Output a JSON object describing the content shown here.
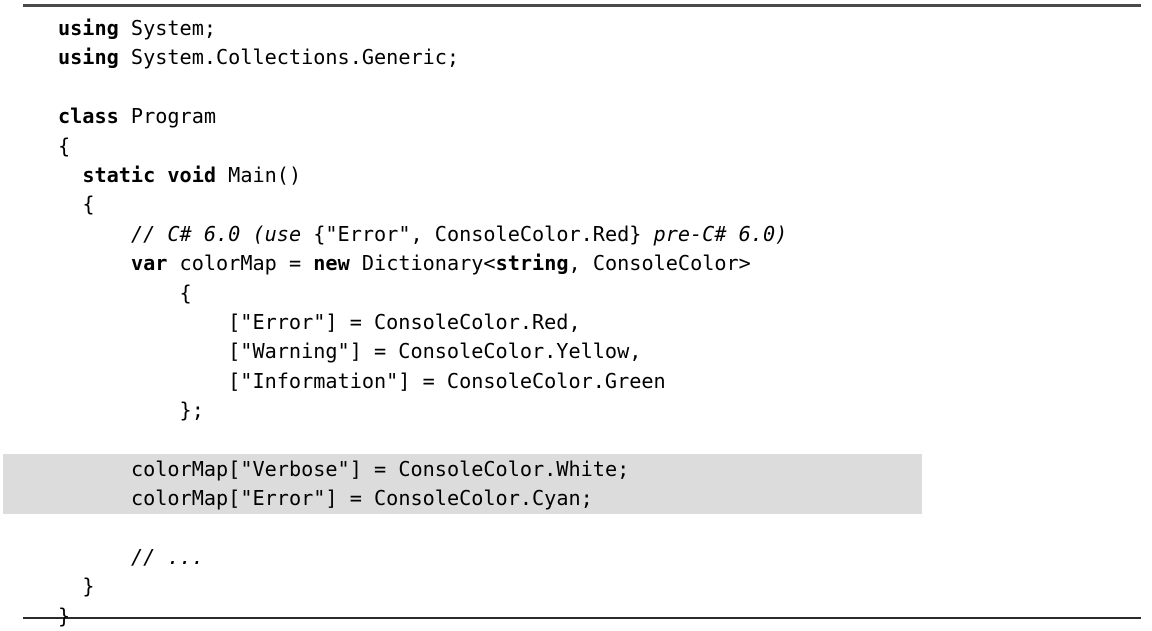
{
  "listing": {
    "language": "csharp",
    "rule_color": "#444444",
    "highlight_color": "#dcdcdc",
    "text_color": "#000000",
    "lines": [
      {
        "id": 1,
        "indent": "",
        "highlight": false,
        "segments": [
          {
            "text": "using",
            "style": "keyword"
          },
          {
            "text": " System;",
            "style": "plain"
          }
        ]
      },
      {
        "id": 2,
        "indent": "",
        "highlight": false,
        "segments": [
          {
            "text": "using",
            "style": "keyword"
          },
          {
            "text": " System.Collections.Generic;",
            "style": "plain"
          }
        ]
      },
      {
        "id": 3,
        "indent": "",
        "highlight": false,
        "segments": [
          {
            "text": "",
            "style": "plain"
          }
        ]
      },
      {
        "id": 4,
        "indent": "",
        "highlight": false,
        "segments": [
          {
            "text": "class",
            "style": "keyword"
          },
          {
            "text": " Program",
            "style": "plain"
          }
        ]
      },
      {
        "id": 5,
        "indent": "",
        "highlight": false,
        "segments": [
          {
            "text": "{",
            "style": "plain"
          }
        ]
      },
      {
        "id": 6,
        "indent": "  ",
        "highlight": false,
        "segments": [
          {
            "text": "static void",
            "style": "keyword"
          },
          {
            "text": " Main()",
            "style": "plain"
          }
        ]
      },
      {
        "id": 7,
        "indent": "  ",
        "highlight": false,
        "segments": [
          {
            "text": "{",
            "style": "plain"
          }
        ]
      },
      {
        "id": 8,
        "indent": "      ",
        "highlight": false,
        "segments": [
          {
            "text": "// C# 6.0 (use ",
            "style": "comment"
          },
          {
            "text": "{\"Error\", ConsoleColor.Red}",
            "style": "comment-upright"
          },
          {
            "text": " pre-C# 6.0)",
            "style": "comment"
          }
        ]
      },
      {
        "id": 9,
        "indent": "      ",
        "highlight": false,
        "segments": [
          {
            "text": "var",
            "style": "keyword"
          },
          {
            "text": " colorMap = ",
            "style": "plain"
          },
          {
            "text": "new",
            "style": "keyword"
          },
          {
            "text": " Dictionary<",
            "style": "plain"
          },
          {
            "text": "string",
            "style": "keyword"
          },
          {
            "text": ", ConsoleColor>",
            "style": "plain"
          }
        ]
      },
      {
        "id": 10,
        "indent": "          ",
        "highlight": false,
        "segments": [
          {
            "text": "{",
            "style": "plain"
          }
        ]
      },
      {
        "id": 11,
        "indent": "              ",
        "highlight": false,
        "segments": [
          {
            "text": "[\"Error\"] = ConsoleColor.Red,",
            "style": "plain"
          }
        ]
      },
      {
        "id": 12,
        "indent": "              ",
        "highlight": false,
        "segments": [
          {
            "text": "[\"Warning\"] = ConsoleColor.Yellow,",
            "style": "plain"
          }
        ]
      },
      {
        "id": 13,
        "indent": "              ",
        "highlight": false,
        "segments": [
          {
            "text": "[\"Information\"] = ConsoleColor.Green",
            "style": "plain"
          }
        ]
      },
      {
        "id": 14,
        "indent": "          ",
        "highlight": false,
        "segments": [
          {
            "text": "};",
            "style": "plain"
          }
        ]
      },
      {
        "id": 15,
        "indent": "",
        "highlight": false,
        "segments": [
          {
            "text": "",
            "style": "plain"
          }
        ]
      },
      {
        "id": 16,
        "indent": "      ",
        "highlight": true,
        "segments": [
          {
            "text": "colorMap[\"Verbose\"] = ConsoleColor.White;",
            "style": "plain"
          }
        ]
      },
      {
        "id": 17,
        "indent": "      ",
        "highlight": true,
        "segments": [
          {
            "text": "colorMap[\"Error\"] = ConsoleColor.Cyan;",
            "style": "plain"
          }
        ]
      },
      {
        "id": 18,
        "indent": "",
        "highlight": false,
        "segments": [
          {
            "text": "",
            "style": "plain"
          }
        ]
      },
      {
        "id": 19,
        "indent": "      ",
        "highlight": false,
        "segments": [
          {
            "text": "// ...",
            "style": "comment"
          }
        ]
      },
      {
        "id": 20,
        "indent": "  ",
        "highlight": false,
        "segments": [
          {
            "text": "}",
            "style": "plain"
          }
        ]
      },
      {
        "id": 21,
        "indent": "",
        "highlight": false,
        "segments": [
          {
            "text": "}",
            "style": "plain"
          }
        ]
      }
    ]
  }
}
